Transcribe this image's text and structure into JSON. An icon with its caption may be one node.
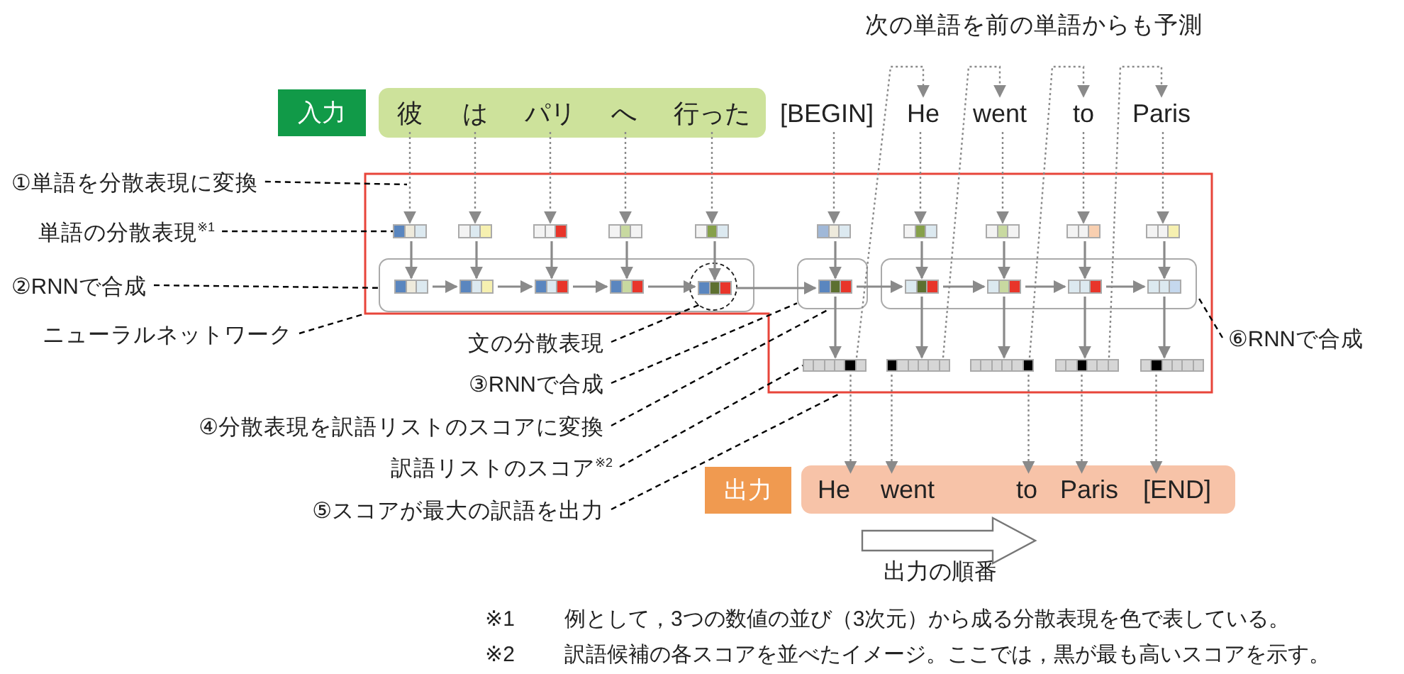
{
  "diagram": {
    "nodes": [
      {
        "text": [
          "入力"
        ]
      },
      {
        "text": [],
        "shape": "box"
      },
      {
        "text": [
          "彼"
        ],
        "in": 1
      },
      {
        "text": [
          "は"
        ],
        "in": 1
      },
      {
        "text": [
          "パリ"
        ],
        "in": 1
      },
      {
        "text": [
          "へ"
        ],
        "in": 1
      },
      {
        "text": [
          "行った"
        ],
        "in": 1
      },
      {
        "text": [
          "[BEGIN]"
        ]
      },
      {
        "text": [
          "He"
        ]
      },
      {
        "text": [
          "went"
        ]
      },
      {
        "text": [
          "to"
        ]
      },
      {
        "text": [
          "Paris"
        ]
      },
      {
        "text": [],
        "shape": "box"
      },
      {
        "text": [],
        "shape": "bar",
        "in": 12
      },
      {
        "text": [],
        "shape": "bar",
        "in": 12
      },
      {
        "text": [],
        "shape": "bar",
        "in": 12
      },
      {
        "text": [],
        "shape": "bar",
        "in": 12
      },
      {
        "text": [],
        "shape": "bar",
        "in": 12
      },
      {
        "text": [],
        "shape": "bar",
        "in": 12
      },
      {
        "text": [],
        "shape": "bar",
        "in": 12
      },
      {
        "text": [],
        "shape": "bar",
        "in": 12
      },
      {
        "text": [],
        "shape": "bar",
        "in": 12
      },
      {
        "text": [],
        "shape": "bar",
        "in": 12
      },
      {
        "text": [],
        "shape": "box",
        "in": 12
      },
      {
        "text": [],
        "shape": "box",
        "in": 12
      },
      {
        "text": [],
        "shape": "box",
        "in": 12
      },
      {
        "text": [],
        "shape": "circle",
        "in": 23
      },
      {
        "text": [],
        "shape": "bar",
        "in": 23
      },
      {
        "text": [],
        "shape": "bar",
        "in": 23
      },
      {
        "text": [],
        "shape": "bar",
        "in": 23
      },
      {
        "text": [],
        "shape": "bar",
        "in": 23
      },
      {
        "text": [],
        "shape": "bar",
        "in": 26
      },
      {
        "text": [],
        "shape": "bar",
        "in": 24
      },
      {
        "text": [],
        "shape": "bar",
        "in": 25
      },
      {
        "text": [],
        "shape": "bar",
        "in": 25
      },
      {
        "text": [],
        "shape": "bar",
        "in": 25
      },
      {
        "text": [],
        "shape": "bar",
        "in": 25
      },
      {
        "text": [],
        "shape": "bar",
        "in": 12
      },
      {
        "text": [],
        "shape": "bar",
        "in": 12
      },
      {
        "text": [],
        "shape": "bar",
        "in": 12
      },
      {
        "text": [],
        "shape": "bar",
        "in": 12
      },
      {
        "text": [],
        "shape": "bar",
        "in": 12
      },
      {
        "text": [
          "出力"
        ]
      },
      {
        "text": [],
        "shape": "box"
      },
      {
        "text": [
          "He"
        ],
        "in": 43
      },
      {
        "text": [
          "went"
        ],
        "in": 43
      },
      {
        "text": [
          "to"
        ],
        "in": 43
      },
      {
        "text": [
          "Paris"
        ],
        "in": 43
      },
      {
        "text": [
          "[END]"
        ],
        "in": 43
      },
      {
        "text": [
          "①単語を分散表現に変換"
        ]
      },
      {
        "text": [
          "単語の分散表現$^{※1}$"
        ]
      },
      {
        "text": [
          "②RNNで合成"
        ]
      },
      {
        "text": [
          "ニューラルネットワーク"
        ]
      },
      {
        "text": [
          "文の分散表現"
        ]
      },
      {
        "text": [
          "③RNNで合成"
        ]
      },
      {
        "text": [
          "④分散表現を訳語リストのスコアに変換"
        ]
      },
      {
        "text": [
          "訳語リストのスコア$^{※2}$"
        ]
      },
      {
        "text": [
          "⑤スコアが最大の訳語を出力"
        ]
      },
      {
        "text": [
          "⑥RNNで合成"
        ]
      }
    ],
    "edges": [
      {
        "from": 2,
        "to": 13,
        "arrow": "to",
        "style": "dashed"
      },
      {
        "from": 3,
        "to": 14,
        "arrow": "to",
        "style": "dashed"
      },
      {
        "from": 4,
        "to": 15,
        "arrow": "to",
        "style": "dashed"
      },
      {
        "from": 5,
        "to": 16,
        "arrow": "to",
        "style": "dashed"
      },
      {
        "from": 6,
        "to": 17,
        "arrow": "to",
        "style": "dashed"
      },
      {
        "from": 7,
        "to": 18,
        "arrow": "to",
        "style": "dashed"
      },
      {
        "from": 8,
        "to": 19,
        "arrow": "to",
        "style": "dashed"
      },
      {
        "from": 9,
        "to": 20,
        "arrow": "to",
        "style": "dashed"
      },
      {
        "from": 10,
        "to": 21,
        "arrow": "to",
        "style": "dashed"
      },
      {
        "from": 11,
        "to": 22,
        "arrow": "to",
        "style": "dashed"
      },
      {
        "from": 13,
        "to": 27,
        "arrow": "to"
      },
      {
        "from": 14,
        "to": 28,
        "arrow": "to"
      },
      {
        "from": 15,
        "to": 29,
        "arrow": "to"
      },
      {
        "from": 16,
        "to": 30,
        "arrow": "to"
      },
      {
        "from": 17,
        "to": 31,
        "arrow": "to"
      },
      {
        "from": 18,
        "to": 32,
        "arrow": "to"
      },
      {
        "from": 19,
        "to": 33,
        "arrow": "to"
      },
      {
        "from": 20,
        "to": 34,
        "arrow": "to"
      },
      {
        "from": 21,
        "to": 35,
        "arrow": "to"
      },
      {
        "from": 22,
        "to": 36,
        "arrow": "to"
      },
      {
        "from": 27,
        "to": 28,
        "arrow": "to"
      },
      {
        "from": 28,
        "to": 29,
        "arrow": "to"
      },
      {
        "from": 29,
        "to": 30,
        "arrow": "to"
      },
      {
        "from": 30,
        "to": 31,
        "arrow": "to"
      },
      {
        "from": 31,
        "to": 32,
        "arrow": "to"
      },
      {
        "from": 32,
        "to": 33,
        "arrow": "to"
      },
      {
        "from": 33,
        "to": 34,
        "arrow": "to"
      },
      {
        "from": 34,
        "to": 35,
        "arrow": "to"
      },
      {
        "from": 35,
        "to": 36,
        "arrow": "to"
      },
      {
        "from": 32,
        "to": 37,
        "arrow": "to"
      },
      {
        "from": 33,
        "to": 38,
        "arrow": "to"
      },
      {
        "from": 34,
        "to": 39,
        "arrow": "to"
      },
      {
        "from": 35,
        "to": 40,
        "arrow": "to"
      },
      {
        "from": 36,
        "to": 41,
        "arrow": "to"
      },
      {
        "from": 37,
        "to": 44,
        "arrow": "to",
        "style": "dashed"
      },
      {
        "from": 38,
        "to": 45,
        "arrow": "to",
        "style": "dashed"
      },
      {
        "from": 39,
        "to": 46,
        "arrow": "to",
        "style": "dashed"
      },
      {
        "from": 40,
        "to": 47,
        "arrow": "to",
        "style": "dashed"
      },
      {
        "from": 41,
        "to": 48,
        "arrow": "to",
        "style": "dashed"
      },
      {
        "from": 37,
        "to": 8,
        "arrow": "to",
        "style": "dashed"
      },
      {
        "from": 38,
        "to": 9,
        "arrow": "to",
        "style": "dashed"
      },
      {
        "from": 39,
        "to": 10,
        "arrow": "to",
        "style": "dashed"
      },
      {
        "from": 40,
        "to": 11,
        "arrow": "to",
        "style": "dashed"
      },
      {
        "from": 49,
        "to": 12,
        "arrow": "none",
        "style": "dashed",
        "color": "#000000"
      },
      {
        "from": 50,
        "to": 13,
        "arrow": "none",
        "style": "dashed",
        "color": "#000000"
      },
      {
        "from": 51,
        "to": 23,
        "arrow": "none",
        "style": "dashed",
        "color": "#000000"
      },
      {
        "from": 52,
        "to": 12,
        "arrow": "none",
        "style": "dashed",
        "color": "#000000"
      },
      {
        "from": 53,
        "to": 26,
        "arrow": "none",
        "style": "dashed",
        "color": "#000000"
      },
      {
        "from": 54,
        "to": 24,
        "arrow": "none",
        "style": "dashed",
        "color": "#000000"
      },
      {
        "from": 55,
        "to": 24,
        "arrow": "none",
        "style": "dashed",
        "color": "#000000"
      },
      {
        "from": 56,
        "to": 37,
        "arrow": "none",
        "style": "dashed",
        "color": "#000000"
      },
      {
        "from": 57,
        "to": 12,
        "arrow": "none",
        "style": "dashed",
        "color": "#000000"
      },
      {
        "from": 58,
        "to": 25,
        "arrow": "none",
        "style": "dashed",
        "color": "#000000"
      }
    ],
    "labels": [
      "次の単語を前の単語からも予測",
      "出力の順番",
      "※1",
      "例として，3つの数値の並び（3次元）から成る分散表現を色で表している。",
      "※2",
      "訳語候補の各スコアを並べたイメージ。ここでは，黒が最も高いスコアを示す。"
    ]
  }
}
